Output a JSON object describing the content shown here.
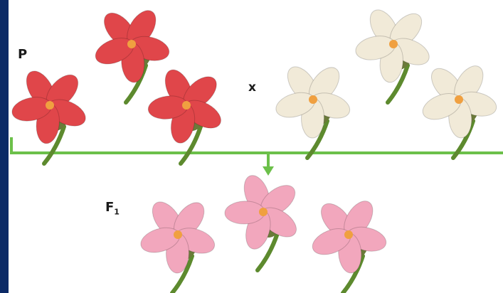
{
  "labels": {
    "parent": "P",
    "cross": "x",
    "f1_letter": "F",
    "f1_sub": "1"
  },
  "colors": {
    "frame": "#0b2a66",
    "line": "#6cc04a",
    "red_petal": "#e0464a",
    "white_petal": "#f1ead8",
    "pink_petal": "#f2a7bd",
    "sepal": "#6b7a3a",
    "stem": "#5d8a2e",
    "center": "#f0a040"
  },
  "groups": [
    {
      "name": "parent-red",
      "color": "red_petal",
      "count": 3
    },
    {
      "name": "parent-white",
      "color": "white_petal",
      "count": 3
    },
    {
      "name": "offspring-pink",
      "color": "pink_petal",
      "count": 3
    }
  ]
}
